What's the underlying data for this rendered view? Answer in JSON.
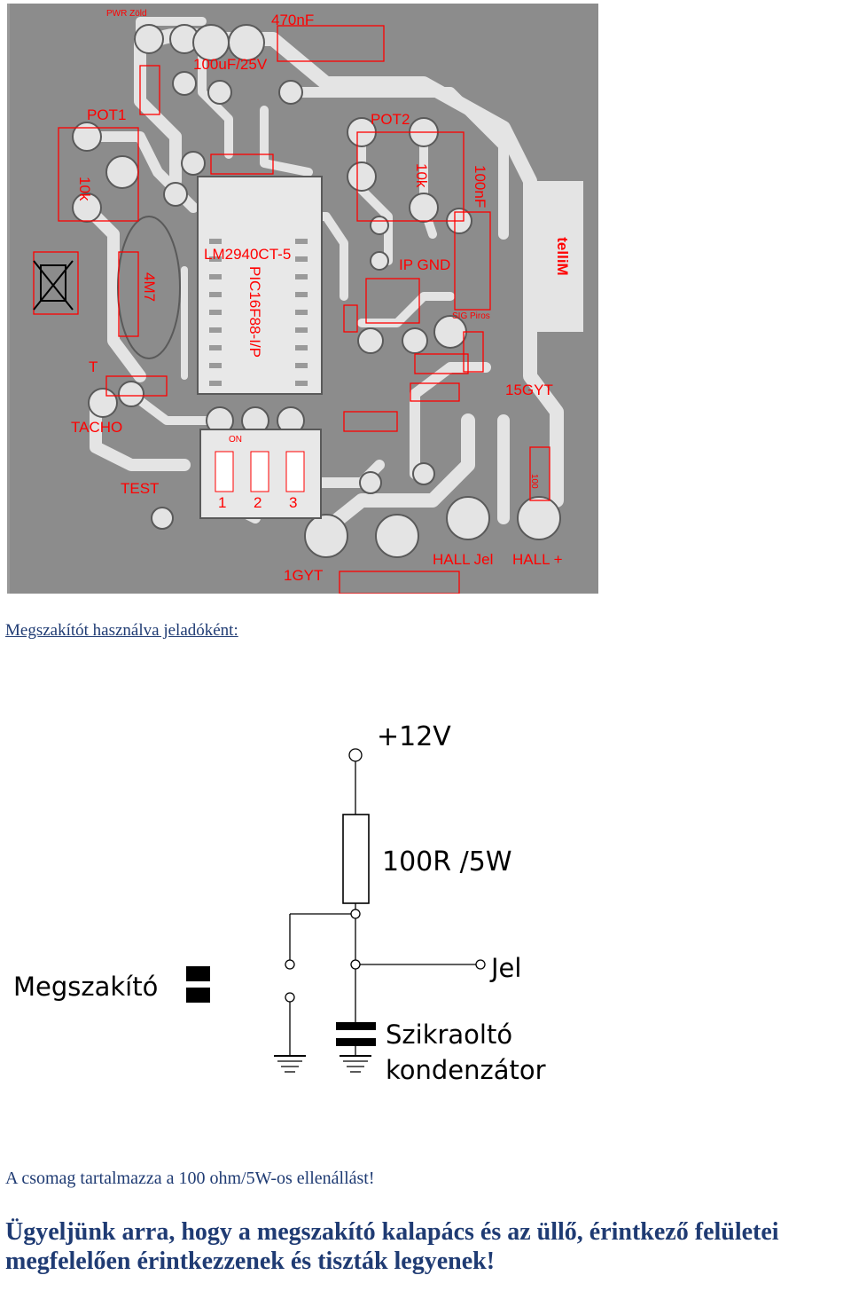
{
  "pcb": {
    "labels": {
      "pwr": "PWR Zöld",
      "c470": "470nF",
      "c100u": "100uF/25V",
      "pot1": "POT1",
      "pot2": "POT2",
      "r10k_left": "10k",
      "r10k_right": "10k",
      "c100n": "100nF",
      "tacho": "TACHO",
      "test": "TEST",
      "on": "ON",
      "n1": "1",
      "n2": "2",
      "n3": "3",
      "gnd": "IP GND",
      "sig": "SIG Piros",
      "gyt15": "15GYT",
      "gyt1": "1GYT",
      "hall_jel": "HALL Jel",
      "hall_plus": "HALL +",
      "lm": "LM2940CT-5",
      "pic": "PIC16F88-I/P",
      "r4m7": "4M7",
      "r100": "100",
      "t": "T",
      "brand": "telliM"
    }
  },
  "caption": "Megszakítót használva jeladóként:",
  "schematic": {
    "supply": "+12V",
    "resistor": "100R /5W",
    "breaker": "Megszakító",
    "signal": "Jel",
    "capacitor_line1": "Szikraoltó",
    "capacitor_line2": "kondenzátor"
  },
  "note": "A csomag tartalmazza a 100 ohm/5W-os ellenállást!",
  "warning": {
    "line1": "Ügyeljünk arra, hogy a megszakító kalapács és az üllő, érintkező felületei",
    "line2": "megfelelően érintkezzenek és tiszták legyenek!"
  }
}
